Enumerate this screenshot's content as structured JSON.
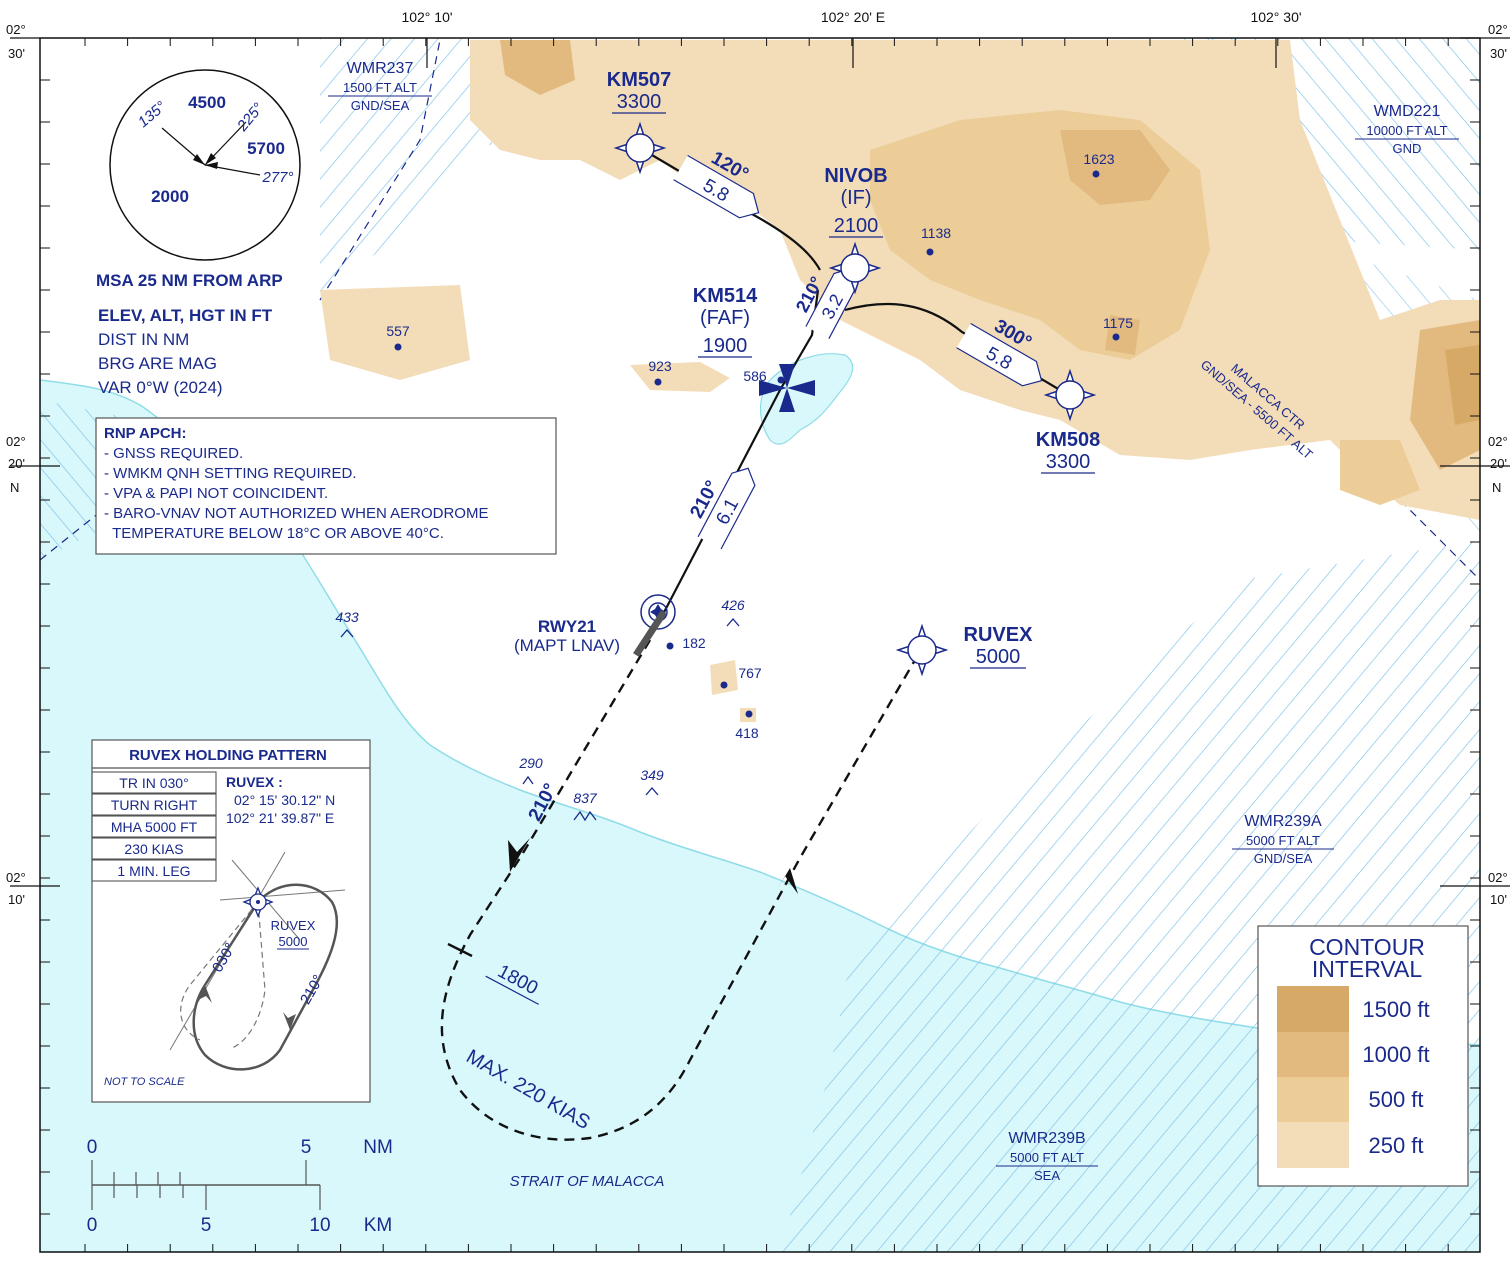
{
  "colors": {
    "sea": "#d9f8fb",
    "coast": "#8fdce8",
    "hatch": "#7cc0e8",
    "terrain_250": "#f3ddb9",
    "terrain_500": "#eccd98",
    "terrain_1000": "#e2ba80",
    "terrain_1500": "#d6a966",
    "ink": "#1a2a8c",
    "track": "#111111",
    "box_border": "#555555"
  },
  "grid": {
    "top_lon_1": "102° 10'",
    "top_lon_2": "102° 20' E",
    "top_lon_3": "102° 30'",
    "lat_30_deg": "02°",
    "lat_30_min": "30'",
    "lat_20_deg": "02°",
    "lat_20_min": "20'",
    "lat_20_hem": "N",
    "lat_10_deg": "02°",
    "lat_10_min": "10'"
  },
  "msa": {
    "sector_ne_alt": "4500",
    "sector_e_alt": "5700",
    "sector_s_alt": "2000",
    "brg_135": "135°",
    "brg_225": "225°",
    "brg_277": "277°",
    "caption": "MSA 25 NM FROM ARP"
  },
  "notes": {
    "line1": "ELEV, ALT, HGT  IN FT",
    "line2": "DIST IN NM",
    "line3": "BRG ARE MAG",
    "line4": "VAR 0°W (2024)"
  },
  "rnp": {
    "title": "RNP APCH:",
    "line1": "- GNSS REQUIRED.",
    "line2": "- WMKM QNH SETTING REQUIRED.",
    "line3": "- VPA & PAPI NOT COINCIDENT.",
    "line4": "- BARO-VNAV NOT AUTHORIZED WHEN AERODROME",
    "line5": "  TEMPERATURE BELOW 18°C OR ABOVE 40°C."
  },
  "airspace": {
    "wmr237_name": "WMR237",
    "wmr237_upper": "1500 FT ALT",
    "wmr237_lower": "GND/SEA",
    "wmd221_name": "WMD221",
    "wmd221_upper": "10000 FT ALT",
    "wmd221_lower": "GND",
    "ctr_name": "MALACCA CTR",
    "ctr_limits": "GND/SEA - 5500 FT ALT",
    "wmr239a_name": "WMR239A",
    "wmr239a_upper": "5000 FT ALT",
    "wmr239a_lower": "GND/SEA",
    "wmr239b_name": "WMR239B",
    "wmr239b_upper": "5000 FT ALT",
    "wmr239b_lower": "SEA"
  },
  "fixes": {
    "km507_name": "KM507",
    "km507_alt": "3300",
    "nivob_name": "NIVOB",
    "nivob_role": "(IF)",
    "nivob_alt": "2100",
    "km514_name": "KM514",
    "km514_role": "(FAF)",
    "km514_alt": "1900",
    "km508_name": "KM508",
    "km508_alt": "3300",
    "ruvex_name": "RUVEX",
    "ruvex_alt": "5000",
    "rwy_name": "RWY21",
    "rwy_role": "(MAPT LNAV)"
  },
  "legs": {
    "km507_brg": "120°",
    "km507_dist": "5.8",
    "nivob_brg": "210°",
    "nivob_dist": "3.2",
    "km508_brg": "300°",
    "km508_dist": "5.8",
    "final_brg": "210°",
    "final_dist": "6.1",
    "missed_brg": "210°",
    "missed_alt": "1800",
    "speed_limit": "MAX. 220 KIAS"
  },
  "elevations": {
    "e1623": "1623",
    "e1138": "1138",
    "e1175": "1175",
    "e557": "557",
    "e923": "923",
    "e586": "586",
    "e182": "182",
    "e767": "767",
    "e418": "418",
    "o433": "433",
    "o426": "426",
    "o290": "290",
    "o837": "837",
    "o349": "349"
  },
  "holding": {
    "title": "RUVEX HOLDING PATTERN",
    "row1": "TR IN 030°",
    "row2": "TURN RIGHT",
    "row3": "MHA 5000 FT",
    "row4": "230 KIAS",
    "row5": "1 MIN. LEG",
    "fix_label": "RUVEX :",
    "fix_lat": "02° 15' 30.12\" N",
    "fix_lon": "102° 21' 39.87\" E",
    "diag_fix": "RUVEX",
    "diag_alt": "5000",
    "diag_brg_in": "030°",
    "diag_brg_out": "210°",
    "note": "NOT TO SCALE"
  },
  "scale": {
    "nm_0": "0",
    "nm_5": "5",
    "nm_unit": "NM",
    "km_0": "0",
    "km_5": "5",
    "km_10": "10",
    "km_unit": "KM"
  },
  "sea_name": "STRAIT OF MALACCA",
  "legend": {
    "title1": "CONTOUR",
    "title2": "INTERVAL",
    "l1500": "1500 ft",
    "l1000": "1000 ft",
    "l500": "500 ft",
    "l250": "250 ft"
  }
}
